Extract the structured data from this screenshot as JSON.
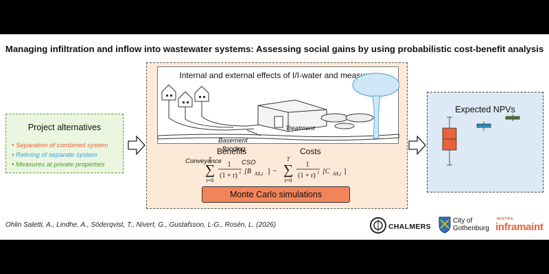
{
  "header": {
    "title": "Managing infiltration and inflow into wastewater systems: Assessing social gains by using probabilistic cost-benefit analysis"
  },
  "alternatives": {
    "title": "Project alternatives",
    "items": [
      {
        "label": "Separation of combined system",
        "color": "#e8623a"
      },
      {
        "label": "Relining of separate system",
        "color": "#3aa0d8"
      },
      {
        "label": "Measures at private properties",
        "color": "#4a9a2e"
      }
    ]
  },
  "effects": {
    "title": "Internal and external effects of I/I-water and measures",
    "labels": {
      "treatment": "Treatment",
      "basement": "Basement",
      "flooding": "flooding",
      "conveyance": "Conveyance",
      "cso": "CSO"
    }
  },
  "cba": {
    "benefits_label": "Benefits",
    "costs_label": "Costs",
    "sum_upper": "T",
    "sum_lower": "t=0",
    "numerator": "1",
    "denominator": "(1 + r)",
    "exponent": "t",
    "benefit_term": "[B",
    "benefit_sub": "AX,t",
    "cost_term": "[C",
    "cost_sub": "AX,t",
    "close": "]",
    "minus": "−",
    "simulation_label": "Monte Carlo simulations"
  },
  "npv": {
    "title": "Expected NPVs",
    "boxes": [
      {
        "color": "#e8623a"
      },
      {
        "color": "#3aa0d8"
      },
      {
        "color": "#4a9a2e"
      }
    ]
  },
  "footer": {
    "citation": "Ohlin Saletti, A., Lindhe, A., Söderqvist, T., Nivert, G., Gustafsson, L-G.,  Rosén, L. (2026)",
    "logos": {
      "chalmers": "CHALMERS",
      "city_line1": "City of",
      "city_line2": "Gothenburg",
      "mistra": "MISTRA",
      "inframaint": "inframaint"
    }
  }
}
